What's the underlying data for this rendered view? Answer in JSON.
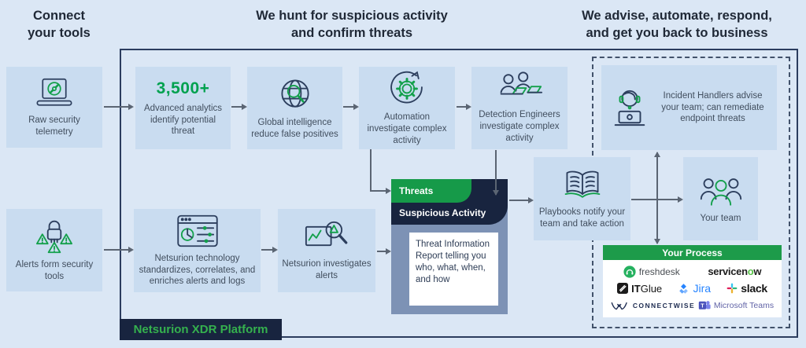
{
  "headers": {
    "left": "Connect\nyour tools",
    "center": "We hunt for suspicious activity\nand confirm threats",
    "right": "We advise, automate, respond,\nand get you back to business"
  },
  "sources": {
    "raw_telemetry": "Raw security telemetry",
    "alerts": "Alerts form security tools"
  },
  "platform": {
    "label": "Netsurion XDR Platform",
    "analytics": {
      "value": "3,500+",
      "label": "Advanced analytics identify potential threat"
    },
    "global_intelligence": "Global intelligence reduce false positives",
    "automation": "Automation investigate complex activity",
    "detection_engineers": "Detection Engineers investigate complex activity",
    "technology": "Netsurion technology standardizes, correlates, and enriches alerts and logs",
    "investigates": "Netsurion investigates alerts",
    "threat_panel": {
      "tab": "Threats",
      "subtab": "Suspicious Activity",
      "report": "Threat Information Report telling you who, what, when, and how"
    },
    "playbooks": "Playbooks notify your team and take action"
  },
  "advise": {
    "incident_handlers": "Incident Handlers advise your team; can remediate endpoint threats",
    "your_team": "Your team",
    "your_process": "Your Process",
    "logos": {
      "freshdesk": "freshdesk",
      "servicenow": {
        "pre": "servicen",
        "accent": "o",
        "post": "w"
      },
      "itglue": {
        "bold": "IT",
        "rest": "Glue"
      },
      "jira": "Jira",
      "slack": "slack",
      "connectwise": "CONNECTWISE",
      "msteams": "Microsoft Teams"
    }
  },
  "colors": {
    "background": "#dbe7f5",
    "box_fill": "#c9dcf0",
    "navy": "#18243f",
    "green": "#10a04e",
    "threats_tab_green": "#169a49",
    "slate_panel": "#7d92b5",
    "arrow": "#5b6573"
  }
}
